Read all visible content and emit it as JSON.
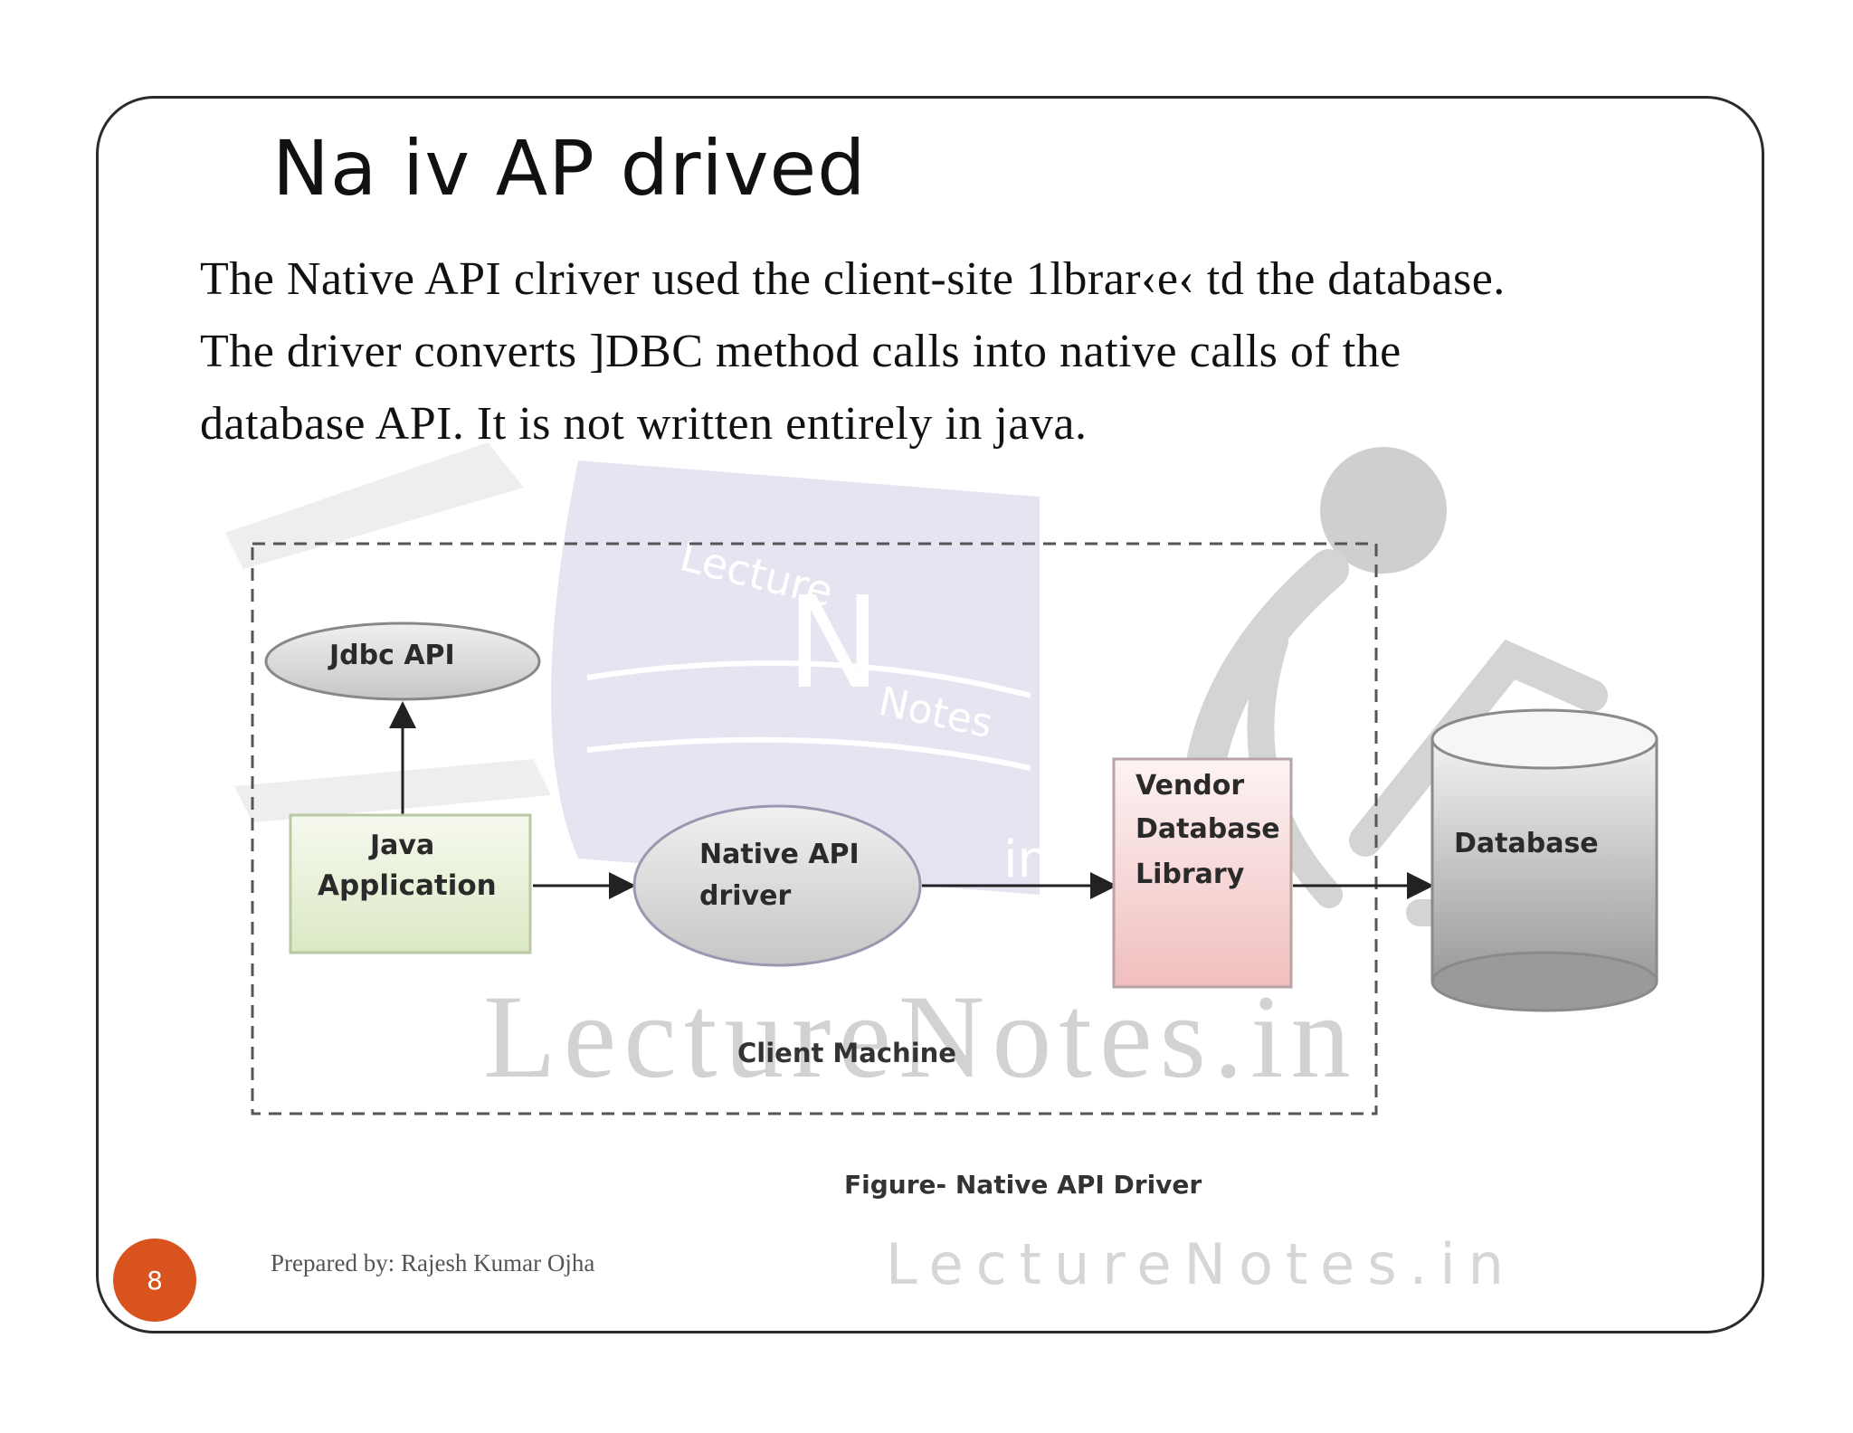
{
  "slide": {
    "title": "Na iv   AP  drived",
    "body_lines": [
      "The Native API clriver used the  client-site 1lbrar‹e‹ td the database.",
      "The driver converts ]DBC method calls into native calls of the",
      "database API. It is not written  entirely  in  java."
    ]
  },
  "diagram": {
    "boundary_label": "Client Machine",
    "jdbc_api": "Jdbc API",
    "java_app": [
      "Java",
      "Application"
    ],
    "native_driver": [
      "Native API",
      "driver"
    ],
    "vendor_library": [
      "Vendor",
      "Database",
      "Library"
    ],
    "database": "Database",
    "caption": "Figure- Native API Driver"
  },
  "watermark": {
    "main": "LectureNotes.in",
    "footer": "LectureNotes.in",
    "logo_words": [
      "Lecture",
      "Notes",
      "in"
    ],
    "logo_letter": "N"
  },
  "footer": {
    "author": "Prepared by: Rajesh Kumar Ojha",
    "page_number": "8"
  },
  "colors": {
    "page_badge": "#d9531e",
    "java_app_fill": "#e4efcf",
    "vendor_fill": "#f5c9c9",
    "watermark_purple": "#dcd7ec",
    "watermark_gray": "#cfcfcf"
  }
}
